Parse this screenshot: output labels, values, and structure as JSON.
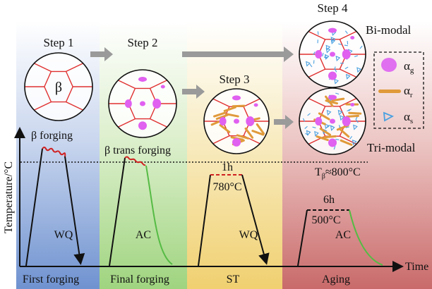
{
  "steps": {
    "s1": "Step 1",
    "s2": "Step 2",
    "s3": "Step 3",
    "s4": "Step 4"
  },
  "grain_label": "β",
  "microstructures": {
    "bimodal": "Bi-modal",
    "trimodal": "Tri-modal"
  },
  "legend": {
    "alpha": "α",
    "g": "g",
    "r": "r",
    "s": "s"
  },
  "process_labels": {
    "beta_forging": "β forging",
    "beta_trans_forging": "β trans forging",
    "t_beta_main": "T",
    "t_beta_sub": "β",
    "t_beta_value": "≈800°C",
    "st_time": "1h",
    "st_temp": "780°C",
    "aging_time": "6h",
    "aging_temp": "500°C",
    "wq1": "WQ",
    "ac1": "AC",
    "wq2": "WQ",
    "ac2": "AC"
  },
  "axes": {
    "y": "Temperature/°C",
    "x": "Time"
  },
  "stages": [
    "First forging",
    "Final forging",
    "ST",
    "Aging"
  ],
  "colors": {
    "blue": "#7f9fd6",
    "green": "#a9d88a",
    "yellow": "#f2d77a",
    "red": "#cf7a78",
    "grain_boundary": "#e03030",
    "alpha_g": "#e060f0",
    "alpha_r": "#e09a3a",
    "alpha_s": "#4aa0e0",
    "ac_curve": "#55bb44",
    "arrow": "#999999"
  }
}
